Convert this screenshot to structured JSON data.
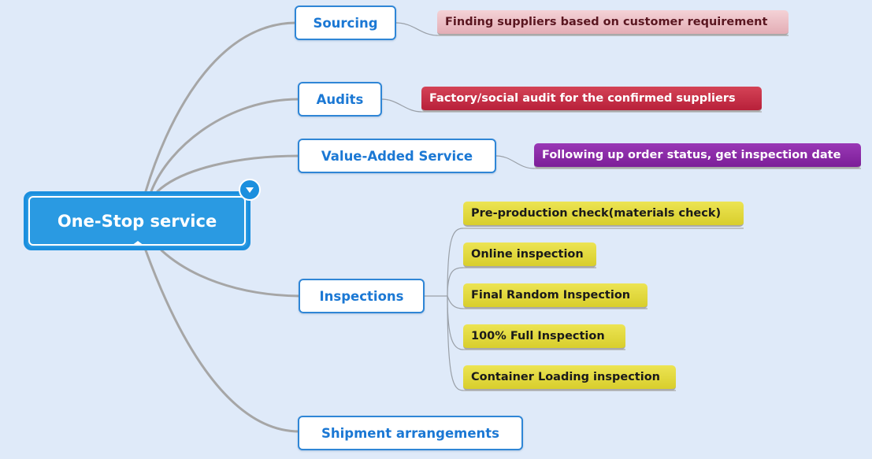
{
  "central_topic": {
    "label": "One-Stop service",
    "color": "#2a9ae2"
  },
  "collapse_toggle": {
    "icon": "collapse-arrow-icon"
  },
  "topics": [
    {
      "label": "Sourcing",
      "details": [
        {
          "label": "Finding suppliers based on customer requirement",
          "color": "#e8b8bf"
        }
      ]
    },
    {
      "label": "Audits",
      "details": [
        {
          "label": "Factory/social audit for the confirmed suppliers",
          "color": "#c23048"
        }
      ]
    },
    {
      "label": "Value-Added Service",
      "details": [
        {
          "label": "Following up order status, get inspection date",
          "color": "#8a2aa8"
        }
      ]
    },
    {
      "label": "Inspections",
      "details": [
        {
          "label": "Pre-production check(materials check)",
          "color": "#e2d93c"
        },
        {
          "label": "Online inspection",
          "color": "#e2d93c"
        },
        {
          "label": "Final Random Inspection",
          "color": "#e2d93c"
        },
        {
          "label": "100% Full Inspection",
          "color": "#e2d93c"
        },
        {
          "label": "Container Loading inspection",
          "color": "#e2d93c"
        }
      ]
    },
    {
      "label": "Shipment arrangements",
      "details": []
    }
  ],
  "theme": {
    "background": "#dfeaf9",
    "topic_border": "#2f86d6",
    "topic_text": "#1b78d4",
    "connector": "#a6a6a6"
  }
}
